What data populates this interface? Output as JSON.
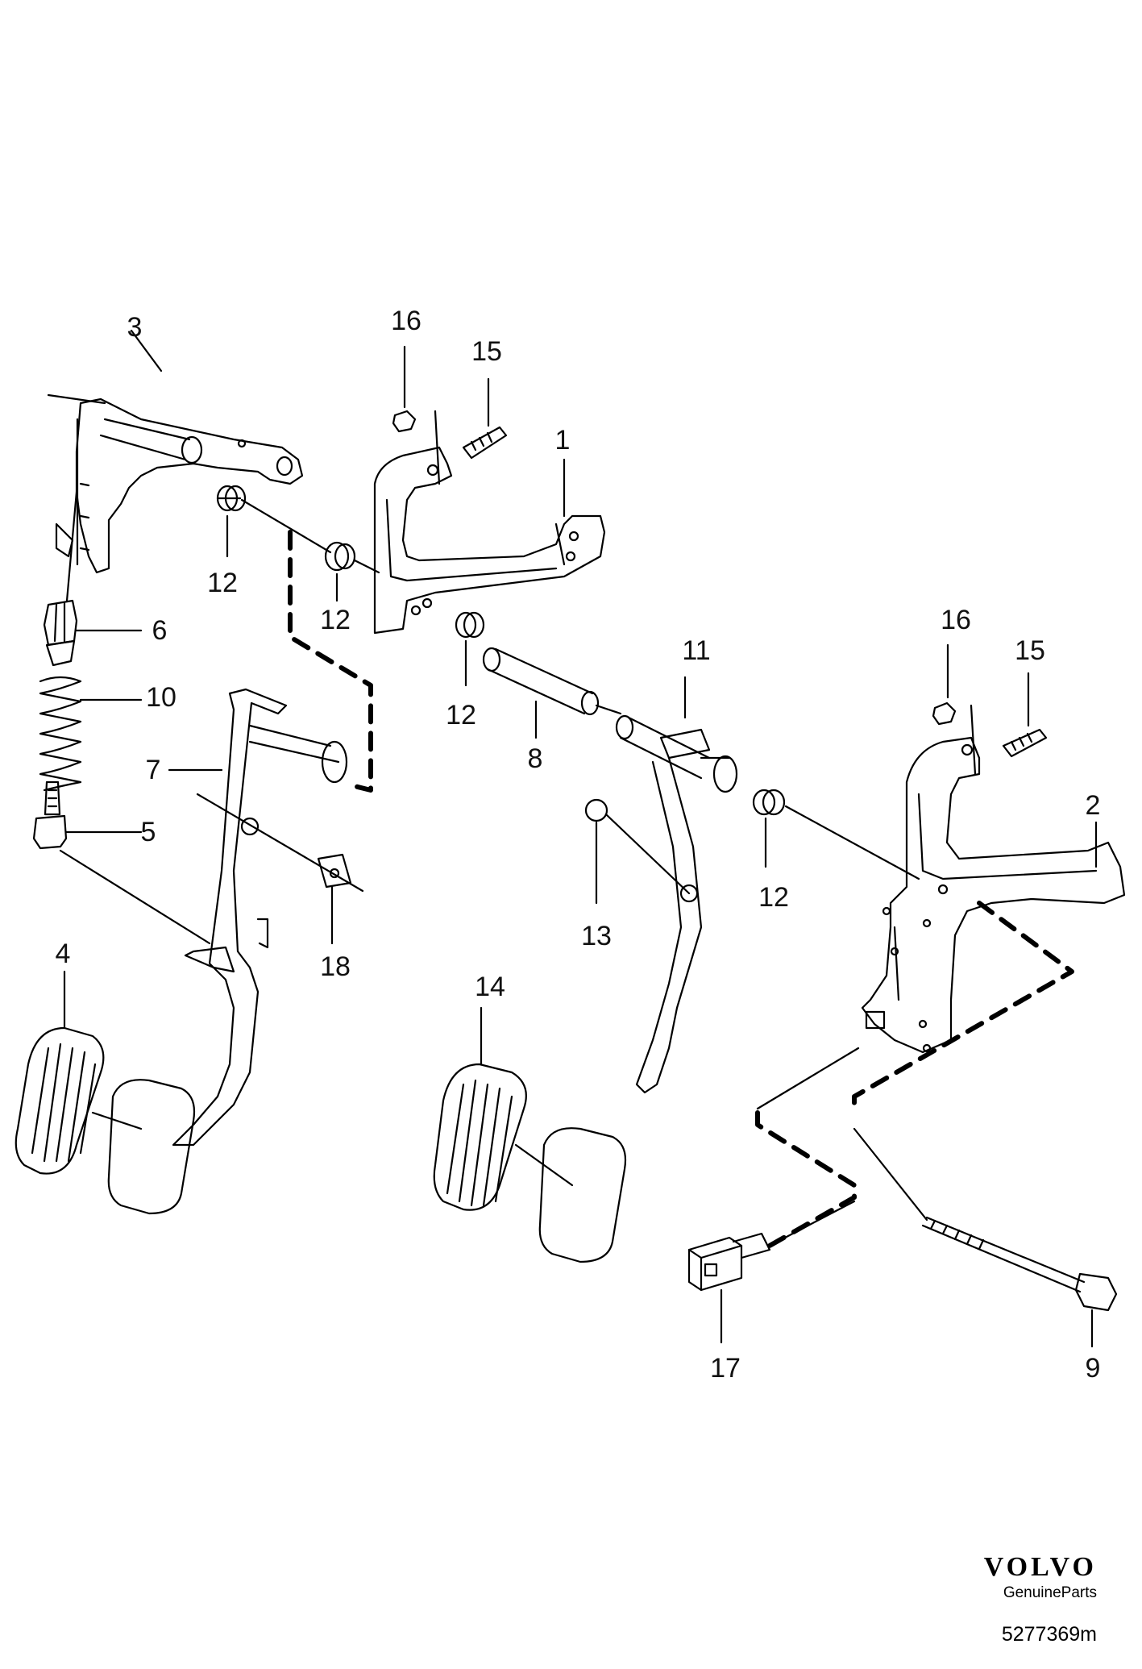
{
  "callouts": [
    {
      "id": "c3",
      "label": "3"
    },
    {
      "id": "c16a",
      "label": "16"
    },
    {
      "id": "c15a",
      "label": "15"
    },
    {
      "id": "c1",
      "label": "1"
    },
    {
      "id": "c12a",
      "label": "12"
    },
    {
      "id": "c12b",
      "label": "12"
    },
    {
      "id": "c6",
      "label": "6"
    },
    {
      "id": "c12c",
      "label": "12"
    },
    {
      "id": "c10",
      "label": "10"
    },
    {
      "id": "c8",
      "label": "8"
    },
    {
      "id": "c11",
      "label": "11"
    },
    {
      "id": "c16b",
      "label": "16"
    },
    {
      "id": "c15b",
      "label": "15"
    },
    {
      "id": "c7",
      "label": "7"
    },
    {
      "id": "c5",
      "label": "5"
    },
    {
      "id": "c2",
      "label": "2"
    },
    {
      "id": "c12d",
      "label": "12"
    },
    {
      "id": "c13",
      "label": "13"
    },
    {
      "id": "c18",
      "label": "18"
    },
    {
      "id": "c4",
      "label": "4"
    },
    {
      "id": "c14",
      "label": "14"
    },
    {
      "id": "c17",
      "label": "17"
    },
    {
      "id": "c9",
      "label": "9"
    }
  ],
  "brand": {
    "logo": "VOLVO",
    "sub": "GenuineParts"
  },
  "doc_number": "5277369m"
}
